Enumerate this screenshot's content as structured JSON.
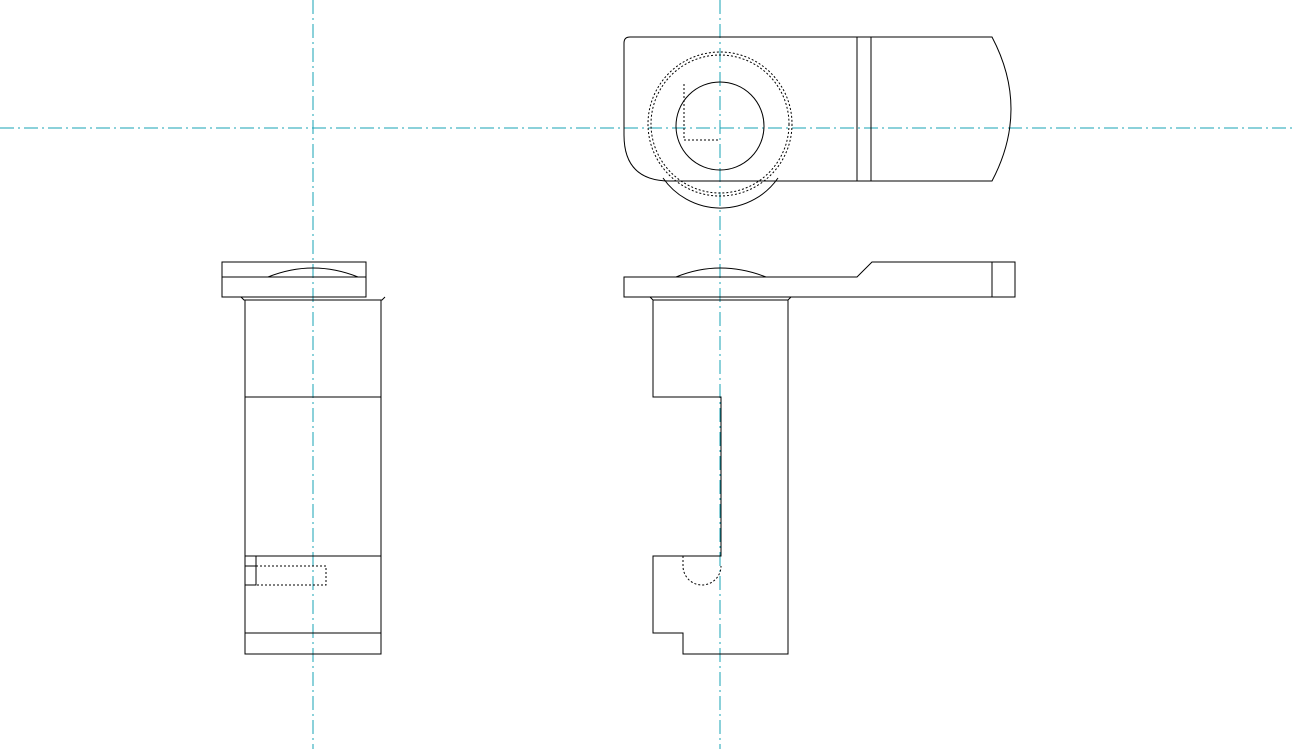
{
  "drawing": {
    "views": [
      "top-view",
      "side-view",
      "front-view"
    ],
    "line_colors": {
      "outline": "#000000",
      "hidden": "#000000",
      "centerline": "#17a3b5",
      "background": "#ffffff"
    },
    "line_types": {
      "outline": "continuous",
      "hidden": "dashed",
      "centerline": "dash-dot"
    }
  }
}
